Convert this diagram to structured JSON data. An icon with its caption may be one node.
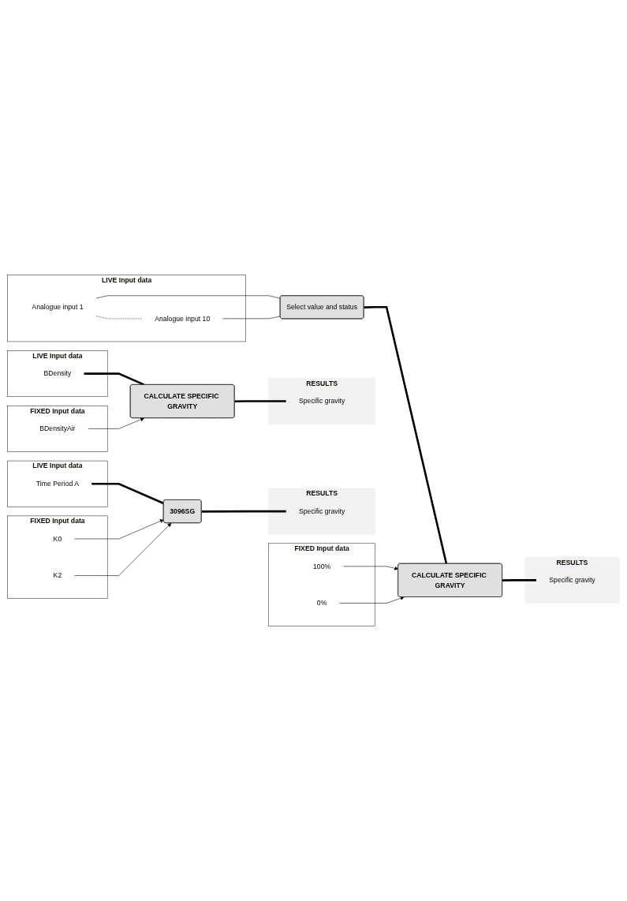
{
  "diagram": {
    "nodes": [
      {
        "text": [
          "LIVE Input data"
        ]
      },
      {
        "text": [
          "Time Period A"
        ],
        "in": 0
      },
      {
        "text": [
          "FIXED Input data"
        ]
      },
      {
        "text": [
          "K0"
        ],
        "in": 2
      },
      {
        "text": [
          "K2"
        ],
        "in": 2
      },
      {
        "text": [
          "3096SG"
        ]
      },
      {
        "text": [
          "RESULTS"
        ]
      },
      {
        "text": [
          "Specific gravity"
        ],
        "in": 6
      },
      {
        "text": [
          "LIVE Input data"
        ]
      },
      {
        "text": [
          "BDensity"
        ],
        "in": 8
      },
      {
        "text": [
          "FIXED Input data"
        ]
      },
      {
        "text": [
          "BDensityAir"
        ],
        "in": 10
      },
      {
        "text": [
          "CALCULATE SPECIFIC GRAVITY"
        ]
      },
      {
        "text": [
          "RESULTS"
        ]
      },
      {
        "text": [
          "Specific gravity"
        ],
        "in": 13
      },
      {
        "text": [
          "LIVE Input data"
        ]
      },
      {
        "text": [
          "Analogue input 1"
        ],
        "in": 15
      },
      {
        "text": [
          "Analogue input 10"
        ],
        "in": 15
      },
      {
        "text": [
          "FIXED Input data"
        ]
      },
      {
        "text": [
          "100%"
        ],
        "in": 18
      },
      {
        "text": [
          "0%"
        ],
        "in": 18
      },
      {
        "text": [
          "Select value and status"
        ]
      },
      {
        "text": [
          "CALCULATE SPECIFIC GRAVITY"
        ]
      },
      {
        "text": [
          "RESULTS"
        ]
      },
      {
        "text": [
          "Specific gravity"
        ],
        "in": 23
      }
    ],
    "edges": [
      {
        "from": 1,
        "to": 5,
        "arrow": "none",
        "style": "thick"
      },
      {
        "from": 3,
        "to": 5,
        "arrow": "to"
      },
      {
        "from": 4,
        "to": 5,
        "arrow": "to"
      },
      {
        "from": 5,
        "to": 7,
        "arrow": "none",
        "style": "thick"
      },
      {
        "from": 9,
        "to": 12,
        "arrow": "none",
        "style": "thick"
      },
      {
        "from": 11,
        "to": 12,
        "arrow": "to"
      },
      {
        "from": 12,
        "to": 14,
        "arrow": "none",
        "style": "thick"
      },
      {
        "from": 16,
        "to": 17,
        "arrow": "none",
        "style": "dashed"
      },
      {
        "from": 16,
        "to": 21,
        "arrow": "none"
      },
      {
        "from": 17,
        "to": 21,
        "arrow": "none"
      },
      {
        "from": 21,
        "to": 22,
        "arrow": "none",
        "style": "thick"
      },
      {
        "from": 19,
        "to": 22,
        "arrow": "to"
      },
      {
        "from": 20,
        "to": 22,
        "arrow": "to"
      },
      {
        "from": 22,
        "to": 24,
        "arrow": "none",
        "style": "thick"
      }
    ]
  }
}
